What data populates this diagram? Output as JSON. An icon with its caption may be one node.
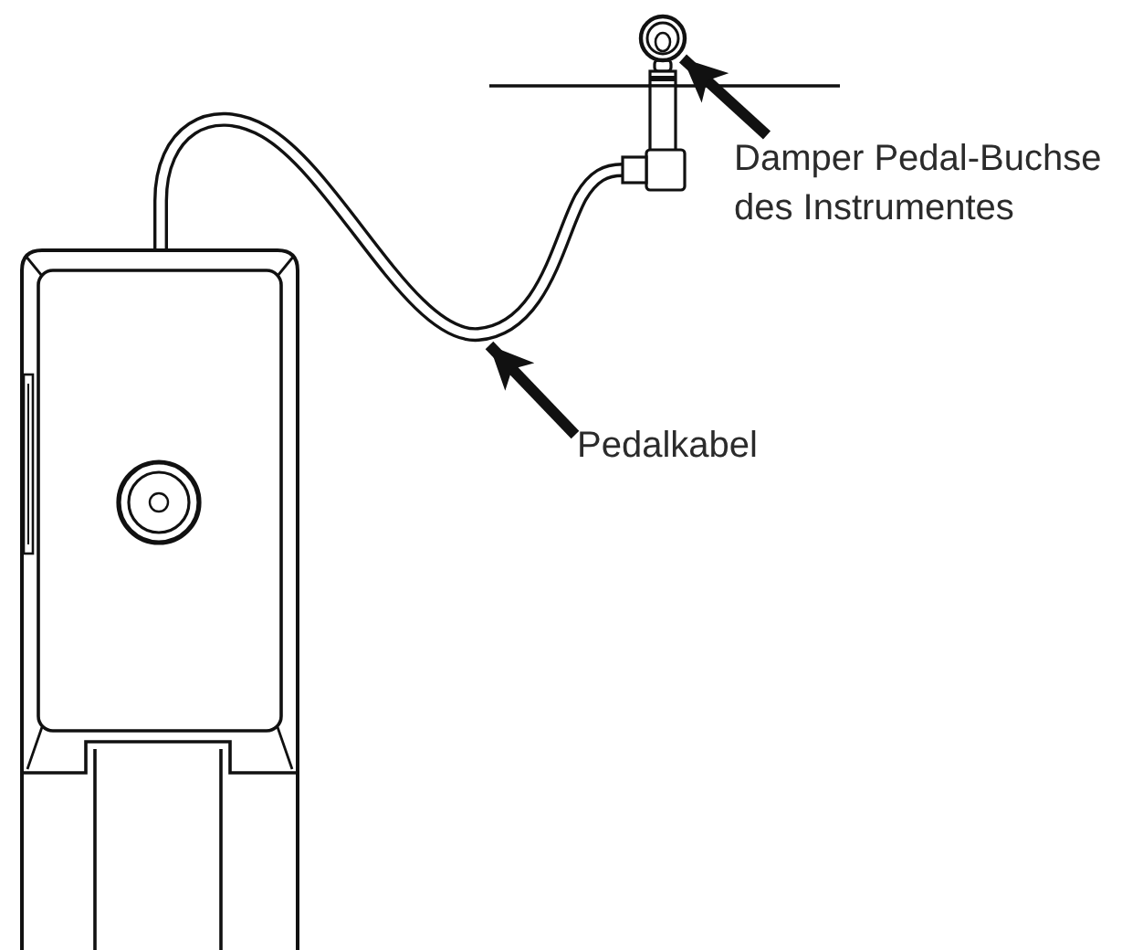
{
  "diagram": {
    "nodes": [
      {
        "text": [
          "Damper Pedal-Buchse des Instrumentes"
        ]
      },
      {
        "text": [],
        "shape": "picture"
      },
      {
        "text": [
          "Pedalkabel"
        ]
      },
      {
        "text": [],
        "shape": "picture"
      }
    ],
    "edges": [
      {
        "from": 0,
        "to": 1,
        "arrow": "to"
      },
      {
        "from": 2,
        "to": 3,
        "arrow": "to"
      }
    ]
  }
}
